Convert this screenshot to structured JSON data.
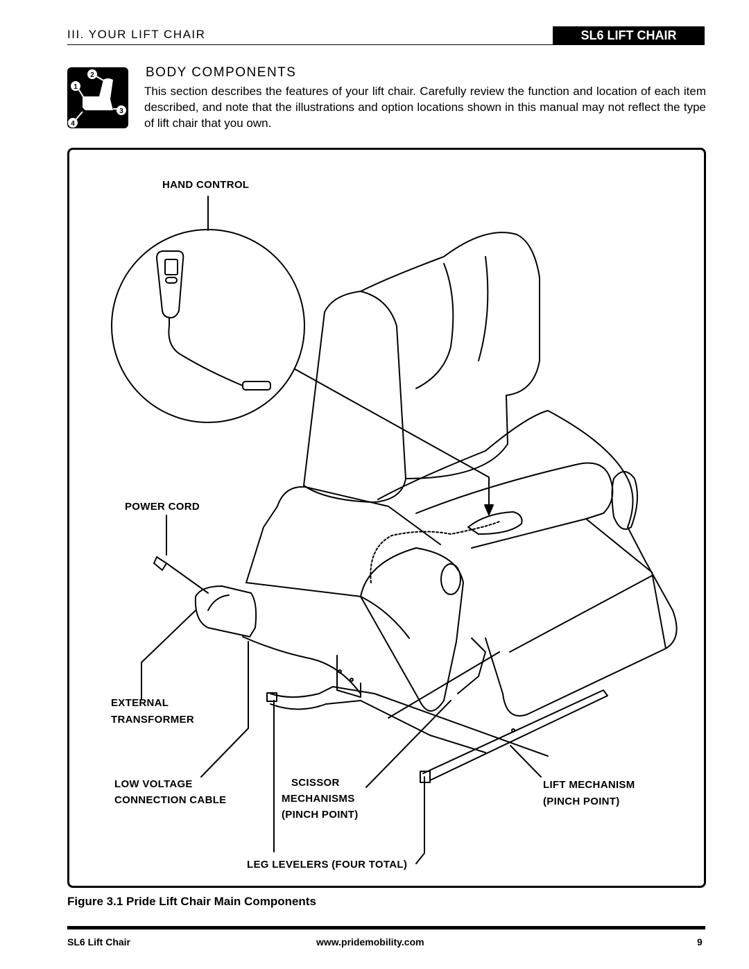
{
  "header": {
    "section": "III. YOUR LIFT CHAIR",
    "model_badge": "SL6 LIFT CHAIR"
  },
  "section": {
    "title": "BODY COMPONENTS",
    "body": "This section describes the features of your lift chair. Carefully review the function and location of each item described, and note that the illustrations and option locations shown in this manual may not reflect the type of lift chair that you own.",
    "icon_numbers": [
      "1",
      "2",
      "3",
      "4"
    ]
  },
  "figure": {
    "labels": {
      "hand_control": "HAND CONTROL",
      "power_cord": "POWER CORD",
      "external_transformer_1": "EXTERNAL",
      "external_transformer_2": "TRANSFORMER",
      "low_voltage_1": "LOW VOLTAGE",
      "low_voltage_2": "CONNECTION CABLE",
      "scissor_1": "SCISSOR",
      "scissor_2": "MECHANISMS",
      "scissor_3": "(PINCH POINT)",
      "lift_mech_1": "LIFT MECHANISM",
      "lift_mech_2": "(PINCH POINT)",
      "leg_levelers": "LEG LEVELERS (FOUR TOTAL)"
    },
    "caption": "Figure 3.1 Pride Lift Chair Main Components"
  },
  "footer": {
    "model": "SL6 Lift Chair",
    "url": "www.pridemobility.com",
    "page": "9"
  }
}
